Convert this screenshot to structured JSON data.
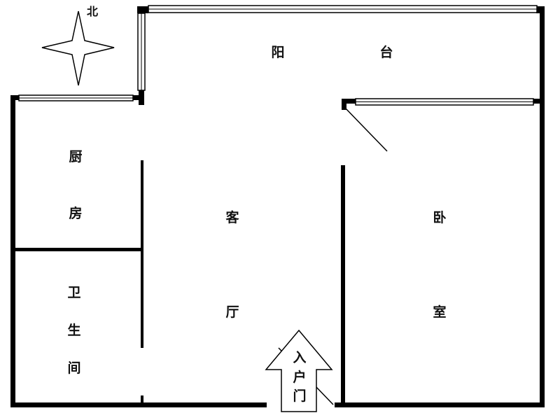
{
  "compass": {
    "north": "北"
  },
  "rooms": {
    "balcony": {
      "char1": "阳",
      "char2": "台"
    },
    "kitchen": {
      "char1": "厨",
      "char2": "房"
    },
    "bathroom": {
      "char1": "卫",
      "char2": "生",
      "char3": "间"
    },
    "living_room": {
      "char1": "客",
      "char2": "厅"
    },
    "bedroom": {
      "char1": "卧",
      "char2": "室"
    },
    "entrance": {
      "char1": "入",
      "char2": "户",
      "char3": "门"
    }
  }
}
